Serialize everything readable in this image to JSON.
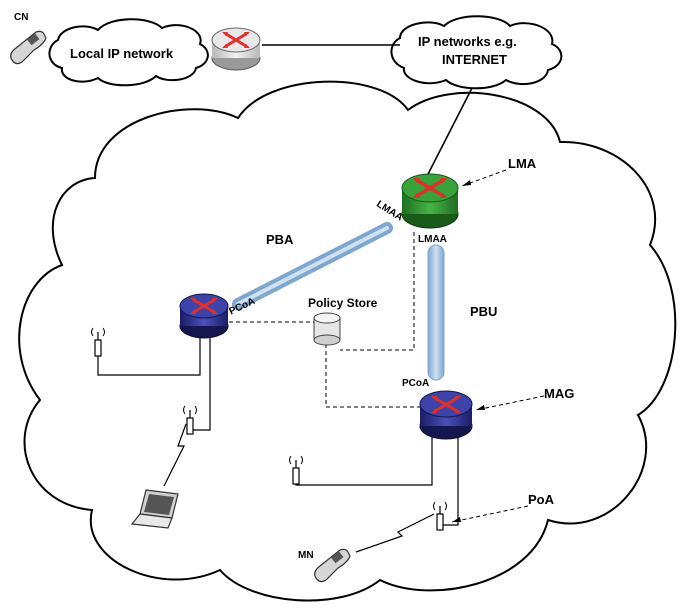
{
  "labels": {
    "cn": "CN",
    "local_ip_network": "Local IP network",
    "ip_networks_line1": "IP networks e.g.",
    "ip_networks_line2": "INTERNET",
    "lma": "LMA",
    "lmaa_link": "LMAA",
    "lmaa_router": "LMAA",
    "pba": "PBA",
    "policy_store": "Policy Store",
    "pbu": "PBU",
    "pcoa_left": "PCoA",
    "pcoa_mag": "PCoA",
    "mag": "MAG",
    "poa": "PoA",
    "mn": "MN"
  },
  "colors": {
    "lma_router": "#2e8b2e",
    "mag_router": "#2b2f8a",
    "gray_router": "#d9d9d9",
    "tunnel": "#a9c4e0",
    "arrow": "#e0302a"
  }
}
